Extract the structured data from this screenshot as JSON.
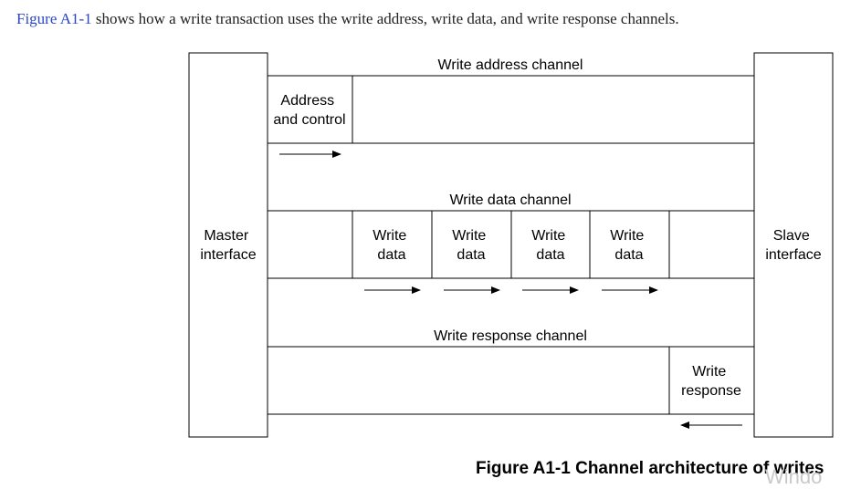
{
  "intro": {
    "ref": "Figure A1-1",
    "rest": " shows how a write transaction uses the write address, write data, and write response channels."
  },
  "diagram": {
    "master": [
      "Master",
      "interface"
    ],
    "slave": [
      "Slave",
      "interface"
    ],
    "address_channel": {
      "title": "Write address channel",
      "box": [
        "Address",
        "and control"
      ]
    },
    "data_channel": {
      "title": "Write data channel",
      "boxes": [
        [
          "Write",
          "data"
        ],
        [
          "Write",
          "data"
        ],
        [
          "Write",
          "data"
        ],
        [
          "Write",
          "data"
        ]
      ]
    },
    "response_channel": {
      "title": "Write response channel",
      "box": [
        "Write",
        "response"
      ]
    },
    "caption": "Figure A1-1 Channel architecture of writes",
    "watermark": "Windo"
  }
}
